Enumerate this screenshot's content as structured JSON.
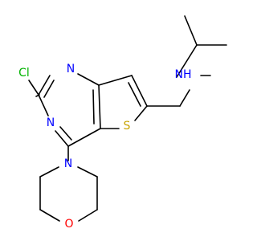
{
  "molecule": {
    "atoms": {
      "cl": {
        "text": "Cl",
        "color": "#00b300"
      },
      "n_top": {
        "text": "N",
        "color": "#0000ff"
      },
      "n_left": {
        "text": "N",
        "color": "#0000ff"
      },
      "n_morpholine": {
        "text": "N",
        "color": "#0000ff"
      },
      "o_morpholine": {
        "text": "O",
        "color": "#ff0000"
      },
      "s_thiophene": {
        "text": "S",
        "color": "#c8a400"
      },
      "nh": {
        "text": "NH",
        "color": "#0000ff"
      }
    }
  }
}
